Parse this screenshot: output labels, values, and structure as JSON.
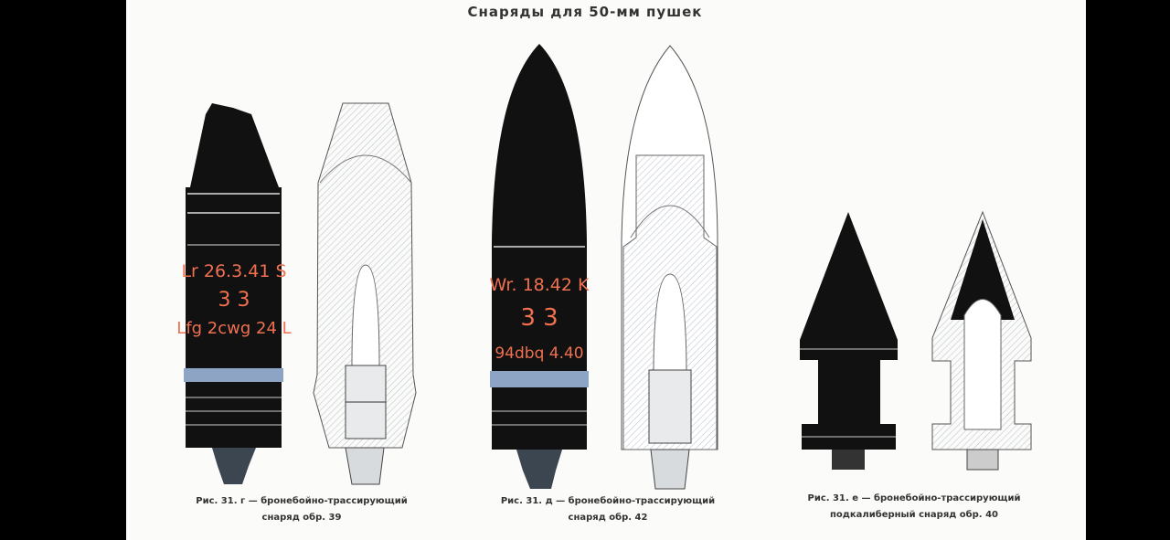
{
  "title": "Снаряды для 50-мм пушек",
  "figures": [
    {
      "caption_line1": "Рис. 31. г — бронебойно-трассирующий",
      "caption_line2": "снаряд обр. 39",
      "markings": [
        "Lr 26.3.41 S",
        "3 3",
        "Lfg 2cwg 24 L"
      ]
    },
    {
      "caption_line1": "Рис. 31. д — бронебойно-трассирующий",
      "caption_line2": "снаряд обр. 42",
      "markings": [
        "Wr. 18.42 K",
        "3 3",
        "94dbq 4.40"
      ]
    },
    {
      "caption_line1": "Рис. 31. е — бронебойно-трассирующий",
      "caption_line2": "подкалиберный снаряд обр. 40"
    }
  ]
}
